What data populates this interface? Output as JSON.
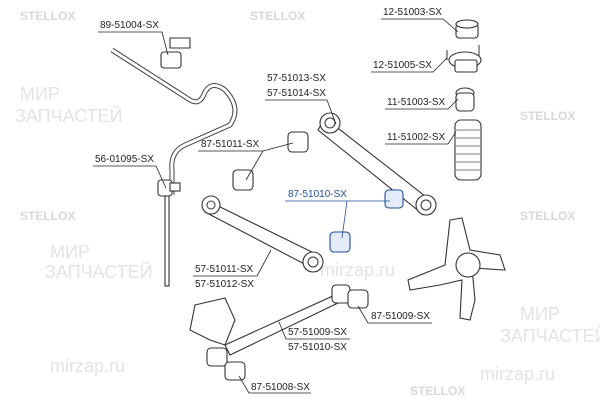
{
  "watermarks": {
    "brand": "STELLOX",
    "site": "mirzap.ru",
    "line1": "МИР",
    "line2": "ЗАПЧАСТЕЙ"
  },
  "colors": {
    "highlight": "#1f4f9a",
    "line": "#222222"
  },
  "labels": {
    "stab_bushing": "89-51004-SX",
    "strut_mount_top": "12-51003-SX",
    "strut_mount": "12-51005-SX",
    "upper_arm_a": "57-51013-SX",
    "upper_arm_b": "57-51014-SX",
    "bump_stop": "11-51003-SX",
    "dust_boot": "11-51002-SX",
    "upper_arm_bushing": "87-51011-SX",
    "stab_link": "56-01095-SX",
    "lower_arm_bushing": "87-51010-SX",
    "lower_arm_a": "57-51011-SX",
    "lower_arm_b": "57-51012-SX",
    "trailing_bushing_front": "87-51009-SX",
    "trailing_arm_a": "57-51009-SX",
    "trailing_arm_b": "57-51010-SX",
    "trailing_bushing_rear": "87-51008-SX"
  }
}
